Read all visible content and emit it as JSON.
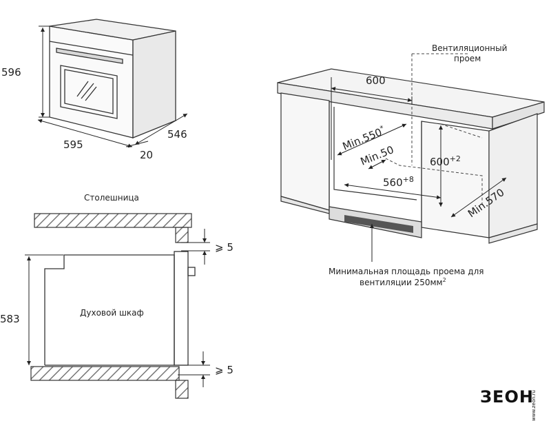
{
  "oven": {
    "height": "596",
    "width": "595",
    "depth": "546",
    "door": "20"
  },
  "section": {
    "countertop": "Столешница",
    "oven_label": "Духовой шкаф",
    "height": "583",
    "gap_top": "⩾ 5",
    "gap_bottom": "⩾ 5"
  },
  "niche": {
    "width": "600",
    "min_550": "Min.550",
    "min_550_mark": "*",
    "min_50": "Min.50",
    "h600": "600",
    "h600_sup": "+2",
    "w560": "560",
    "w560_sup": "+8",
    "min_570": "Min.570",
    "vent_line1": "Вентиляционный",
    "vent_line2": "проем",
    "min_area_line1": "Минимальная площадь проема для",
    "min_area_line2": "вентиляции 250мм",
    "min_area_sup": "2"
  },
  "brand": {
    "name": "ЗЕОН",
    "sub": "www.zeon.ru"
  }
}
